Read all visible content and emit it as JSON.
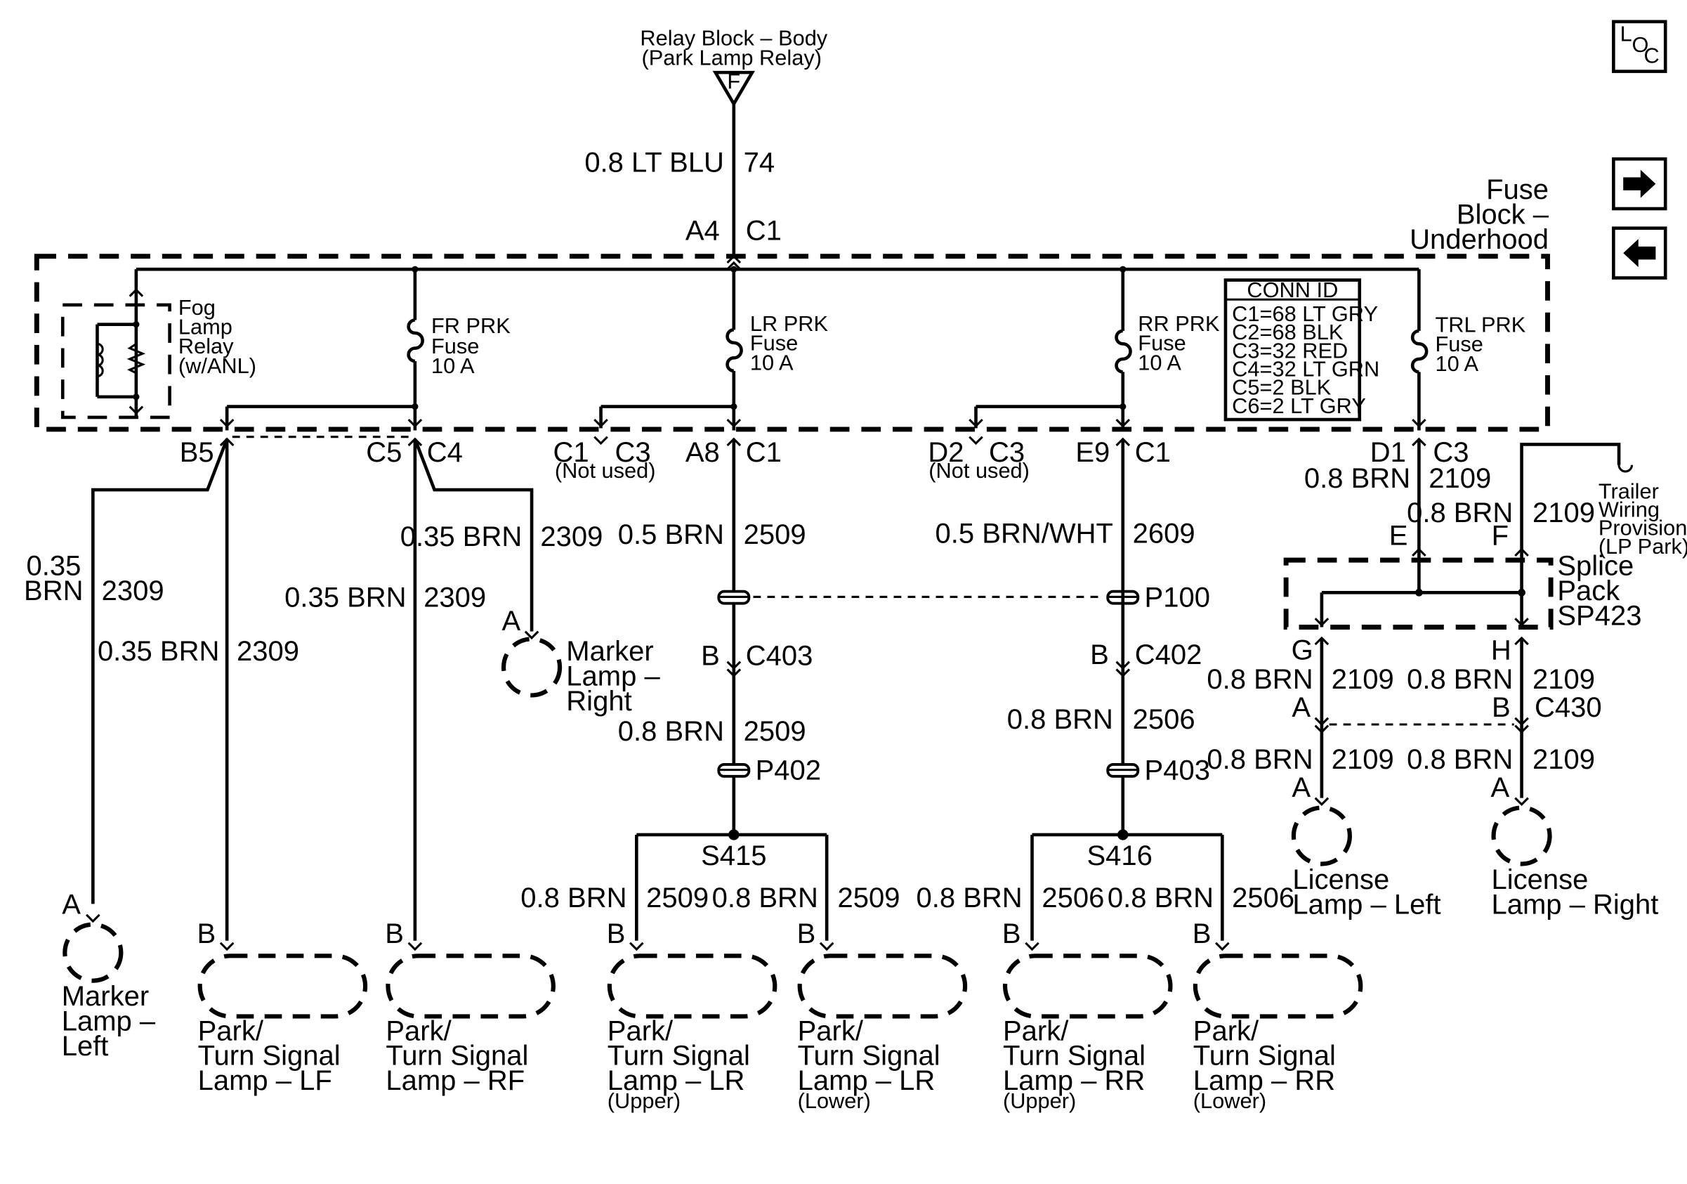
{
  "source": {
    "line1": "Relay Block – Body",
    "line2": "(Park Lamp Relay)",
    "terminal": "F"
  },
  "feed": {
    "gauge": "0.8 LT BLU",
    "circuit": "74",
    "pin": "A4",
    "conn": "C1"
  },
  "fuse_block": {
    "line1": "Fuse",
    "line2": "Block –",
    "line3": "Underhood"
  },
  "fog_relay": {
    "line1": "Fog",
    "line2": "Lamp",
    "line3": "Relay",
    "line4": "(w/ANL)"
  },
  "fuses": [
    {
      "line1": "FR PRK",
      "line2": "Fuse",
      "line3": "10 A"
    },
    {
      "line1": "LR PRK",
      "line2": "Fuse",
      "line3": "10 A"
    },
    {
      "line1": "RR PRK",
      "line2": "Fuse",
      "line3": "10 A"
    },
    {
      "line1": "TRL PRK",
      "line2": "Fuse",
      "line3": "10 A"
    }
  ],
  "conn_id": {
    "title": "CONN ID",
    "rows": [
      "C1=68 LT GRY",
      "C2=68 BLK",
      "C3=32 RED",
      "C4=32 LT GRN",
      "C5=2 BLK",
      "C6=2 LT GRY"
    ]
  },
  "nav": {
    "loc_l": "L",
    "loc_o": "O",
    "loc_c": "C"
  },
  "pins": {
    "b5": "B5",
    "c5": "C5",
    "c4": "C4",
    "c1_nu": "C1",
    "c3_nu": "C3",
    "not_used_1": "(Not used)",
    "a8": "A8",
    "c1_a8": "C1",
    "d2": "D2",
    "c3_d2": "C3",
    "not_used_2": "(Not used)",
    "e9": "E9",
    "c1_e9": "C1",
    "d1": "D1",
    "c3_d1": "C3"
  },
  "wires": {
    "lf_marker_g1": "0.35",
    "lf_marker_g2": "BRN",
    "lf_marker_c": "2309",
    "lf_park_g": "0.35 BRN",
    "lf_park_c": "2309",
    "rf_park_g": "0.35 BRN",
    "rf_park_c": "2309",
    "rf_marker_g": "0.35 BRN",
    "rf_marker_c": "2309",
    "lr_top_g": "0.5 BRN",
    "lr_top_c": "2509",
    "lr_mid_g": "0.8 BRN",
    "lr_mid_c": "2509",
    "rr_top_g": "0.5 BRN/WHT",
    "rr_top_c": "2609",
    "rr_mid_g": "0.8 BRN",
    "rr_mid_c": "2506",
    "lr_up_g": "0.8 BRN",
    "lr_up_c": "2509",
    "lr_lo_g": "0.8 BRN",
    "lr_lo_c": "2509",
    "rr_up_g": "0.8 BRN",
    "rr_up_c": "2506",
    "rr_lo_g": "0.8 BRN",
    "rr_lo_c": "2506",
    "trl_g": "0.8 BRN",
    "trl_c": "2109",
    "trl2_g": "0.8 BRN",
    "trl2_c": "2109",
    "g_g": "0.8 BRN",
    "g_c": "2109",
    "h_g": "0.8 BRN",
    "h_c": "2109",
    "lic_l_g": "0.8 BRN",
    "lic_l_c": "2109",
    "lic_r_g": "0.8 BRN",
    "lic_r_c": "2109"
  },
  "connectors": {
    "p100": "P100",
    "c403": "C403",
    "c403_b": "B",
    "c402": "C402",
    "c402_b": "B",
    "p402": "P402",
    "p403": "P403",
    "s415": "S415",
    "s416": "S416",
    "c430": "C430",
    "c430_a": "A",
    "c430_b": "B"
  },
  "splice_pack": {
    "line1": "Splice",
    "line2": "Pack",
    "line3": "SP423",
    "e": "E",
    "f": "F",
    "g": "G",
    "h": "H"
  },
  "trailer": {
    "line1": "Trailer",
    "line2": "Wiring",
    "line3": "Provision",
    "line4": "(LP Park)"
  },
  "lamps": {
    "marker_right": {
      "pin": "A",
      "line1": "Marker",
      "line2": "Lamp –",
      "line3": "Right"
    },
    "marker_left": {
      "pin": "A",
      "line1": "Marker",
      "line2": "Lamp –",
      "line3": "Left"
    },
    "park_lf": {
      "pin": "B",
      "line1": "Park/",
      "line2": "Turn Signal",
      "line3": "Lamp – LF",
      "sub": ""
    },
    "park_rf": {
      "pin": "B",
      "line1": "Park/",
      "line2": "Turn Signal",
      "line3": "Lamp – RF",
      "sub": ""
    },
    "park_lr_up": {
      "pin": "B",
      "line1": "Park/",
      "line2": "Turn Signal",
      "line3": "Lamp – LR",
      "sub": "(Upper)"
    },
    "park_lr_lo": {
      "pin": "B",
      "line1": "Park/",
      "line2": "Turn Signal",
      "line3": "Lamp – LR",
      "sub": "(Lower)"
    },
    "park_rr_up": {
      "pin": "B",
      "line1": "Park/",
      "line2": "Turn Signal",
      "line3": "Lamp – RR",
      "sub": "(Upper)"
    },
    "park_rr_lo": {
      "pin": "B",
      "line1": "Park/",
      "line2": "Turn Signal",
      "line3": "Lamp – RR",
      "sub": "(Lower)"
    },
    "lic_left": {
      "pin": "A",
      "line1": "License",
      "line2": "Lamp – Left"
    },
    "lic_right": {
      "pin": "A",
      "line1": "License",
      "line2": "Lamp – Right"
    }
  }
}
